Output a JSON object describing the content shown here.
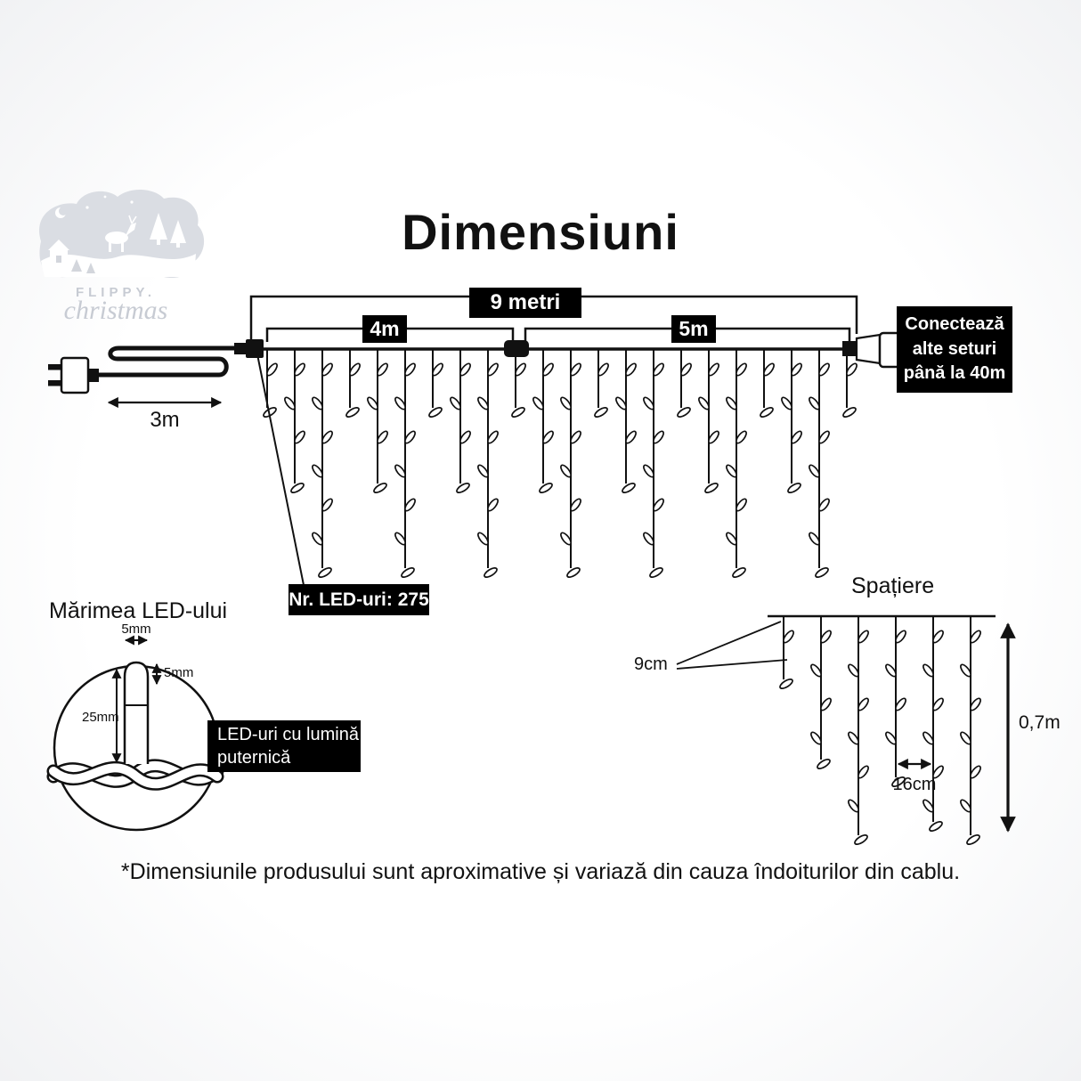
{
  "title": "Dimensiuni",
  "logo": {
    "brand_top": "FLIPPY.",
    "brand_script": "christmas"
  },
  "main_diagram": {
    "total_label": "9 metri",
    "segment1_label": "4m",
    "segment2_label": "5m",
    "lead_length_label": "3m",
    "led_count_label": "Nr. LED-uri: 275",
    "connect_note": {
      "line1": "Conectează",
      "line2": "alte seturi",
      "line3": "până la 40m"
    }
  },
  "led_size": {
    "heading": "Mărimea LED-ului",
    "bulb_width_label": "5mm",
    "bulb_height_label": "5mm",
    "bulb_length_label": "25mm",
    "note": {
      "line1": "LED-uri cu lumină",
      "line2": "puternică"
    }
  },
  "spacing": {
    "heading": "Spațiere",
    "led_gap_label": "9cm",
    "drop_gap_label": "16cm",
    "drop_height_label": "0,7m"
  },
  "footer_note": "*Dimensiunile produsului sunt aproximative și variază din cauza îndoiturilor din cablu.",
  "colors": {
    "ink": "#111111",
    "label_bg": "#000000",
    "label_text": "#ffffff"
  }
}
